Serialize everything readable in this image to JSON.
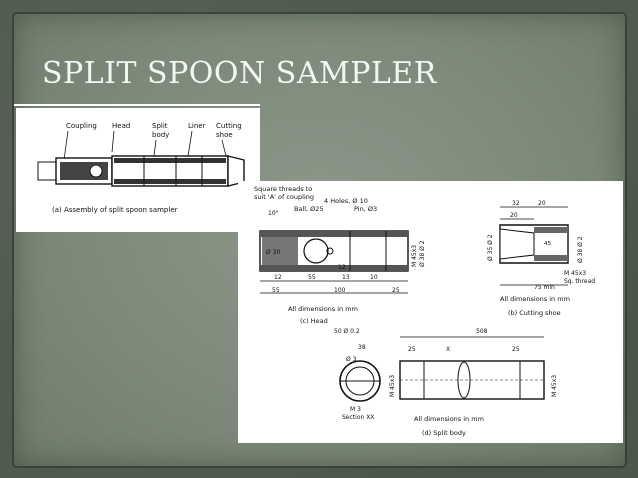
{
  "slide": {
    "title": "SPLIT SPOON SAMPLER"
  },
  "figure_a": {
    "labels": {
      "coupling": "Coupling",
      "head": "Head",
      "split_body_1": "Split",
      "split_body_2": "body",
      "liner": "Liner",
      "cutting_shoe_1": "Cutting",
      "cutting_shoe_2": "shoe"
    },
    "caption": "(a) Assembly of split spoon sampler"
  },
  "figure_c": {
    "labels": {
      "square_threads_1": "Square threads to",
      "square_threads_2": "suit 'A' of coupling",
      "angle": "10°",
      "ball": "Ball, Ø25",
      "holes": "4 Holes, Ø 10",
      "pin": "Pin, Ø3",
      "dia_30": "Ø 30",
      "dim_12a": "12",
      "dim_12b": "12",
      "dim_55a": "55",
      "dim_13": "13",
      "dim_10": "10",
      "dim_55b": "55",
      "dim_100": "100",
      "dim_25": "25",
      "thread": "M 45x3",
      "dia_side": "Ø 38 Ø 2"
    },
    "note": "All dimensions in mm",
    "caption": "(c) Head"
  },
  "figure_b": {
    "labels": {
      "dim_32": "32",
      "dim_20a": "20",
      "dim_20b": "20",
      "dia_left": "Ø 35 Ø 2",
      "dia_right": "Ø 38 Ø 2",
      "angle": "45",
      "thread": "M 45x3",
      "sq_thread": "Sq. thread",
      "min_length": "75 min"
    },
    "note": "All dimensions in mm",
    "caption": "(b) Cutting shoe"
  },
  "figure_d": {
    "labels": {
      "dim_50": "50 Ø 0.2",
      "dim_38": "38",
      "dim_3": "Ø 3",
      "m3": "M 3",
      "section": "Section XX",
      "dim_508": "508",
      "dim_25a": "25",
      "dim_25b": "25",
      "x_mark": "X",
      "thread_left": "M 45x3",
      "thread_right": "M 45x3"
    },
    "note": "All dimensions in mm",
    "caption": "(d) Split body"
  }
}
